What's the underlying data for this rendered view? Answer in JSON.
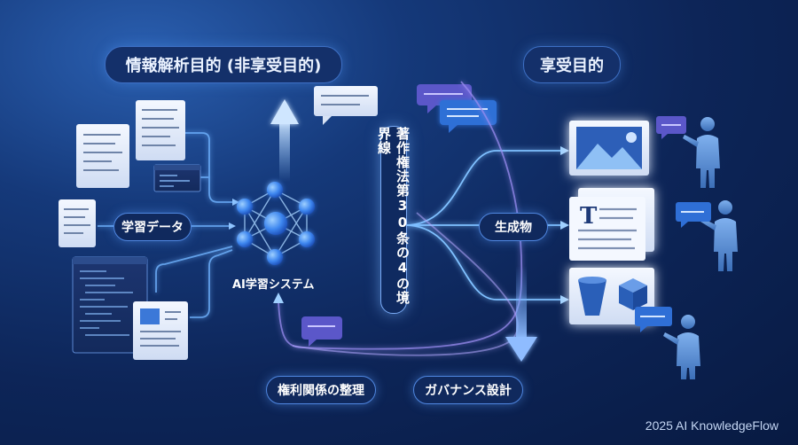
{
  "header": {
    "left_title": "情報解析目的 (非享受目的)",
    "right_title": "享受目的"
  },
  "labels": {
    "training_data": "学習データ",
    "ai_system": "AI学習システム",
    "boundary": "著作権法第30条の4の境界線",
    "outputs": "生成物",
    "rights": "権利関係の整理",
    "governance": "ガバナンス設計"
  },
  "footer": {
    "credit": "2025 AI KnowledgeFlow"
  },
  "colors": {
    "background": "#0d2558",
    "accent": "#4f86e0",
    "glow": "#8fc4ff",
    "bubble_blue": "#2f6fd6",
    "bubble_purple": "#5b57c9"
  },
  "icons": [
    "document-icon",
    "code-window-icon",
    "neural-network-icon",
    "chat-bubble-icon",
    "image-card-icon",
    "text-card-icon",
    "3d-object-card-icon",
    "person-icon",
    "arrow-up-icon",
    "arrow-down-icon"
  ]
}
